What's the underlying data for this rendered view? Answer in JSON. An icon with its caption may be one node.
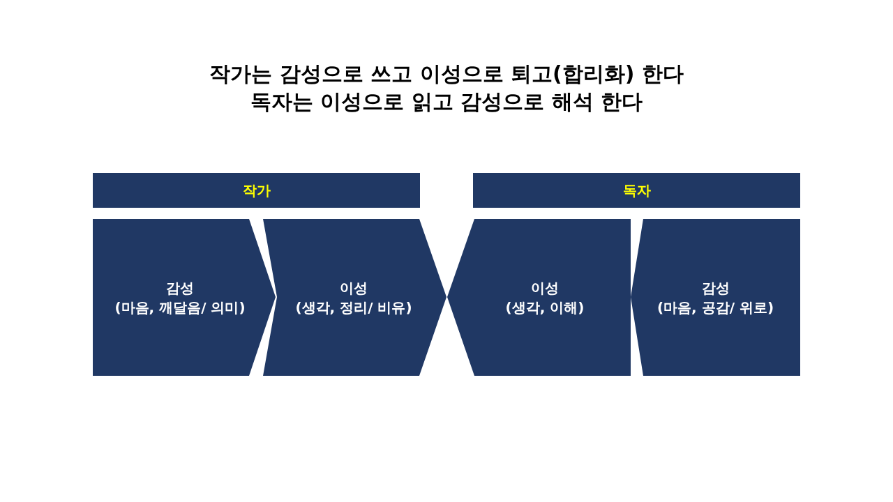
{
  "diagram": {
    "title": "작가는 감성으로 쓰고 이성으로 퇴고(합리화) 한다 독자는 이성으로 읽고 감성으로 해석 한다",
    "nodes": [
      {
        "text": [
          "작가"
        ]
      },
      {
        "text": [
          "독자"
        ]
      },
      {
        "text": [
          "감성",
          "(마음, 깨달음/ 의미)"
        ]
      },
      {
        "text": [
          "이성",
          "(생각, 정리/ 비유)"
        ]
      },
      {
        "text": [
          "이성",
          "(생각, 이해)"
        ]
      },
      {
        "text": [
          "감성",
          "(마음, 공감/ 위로)"
        ]
      }
    ],
    "edges": []
  }
}
